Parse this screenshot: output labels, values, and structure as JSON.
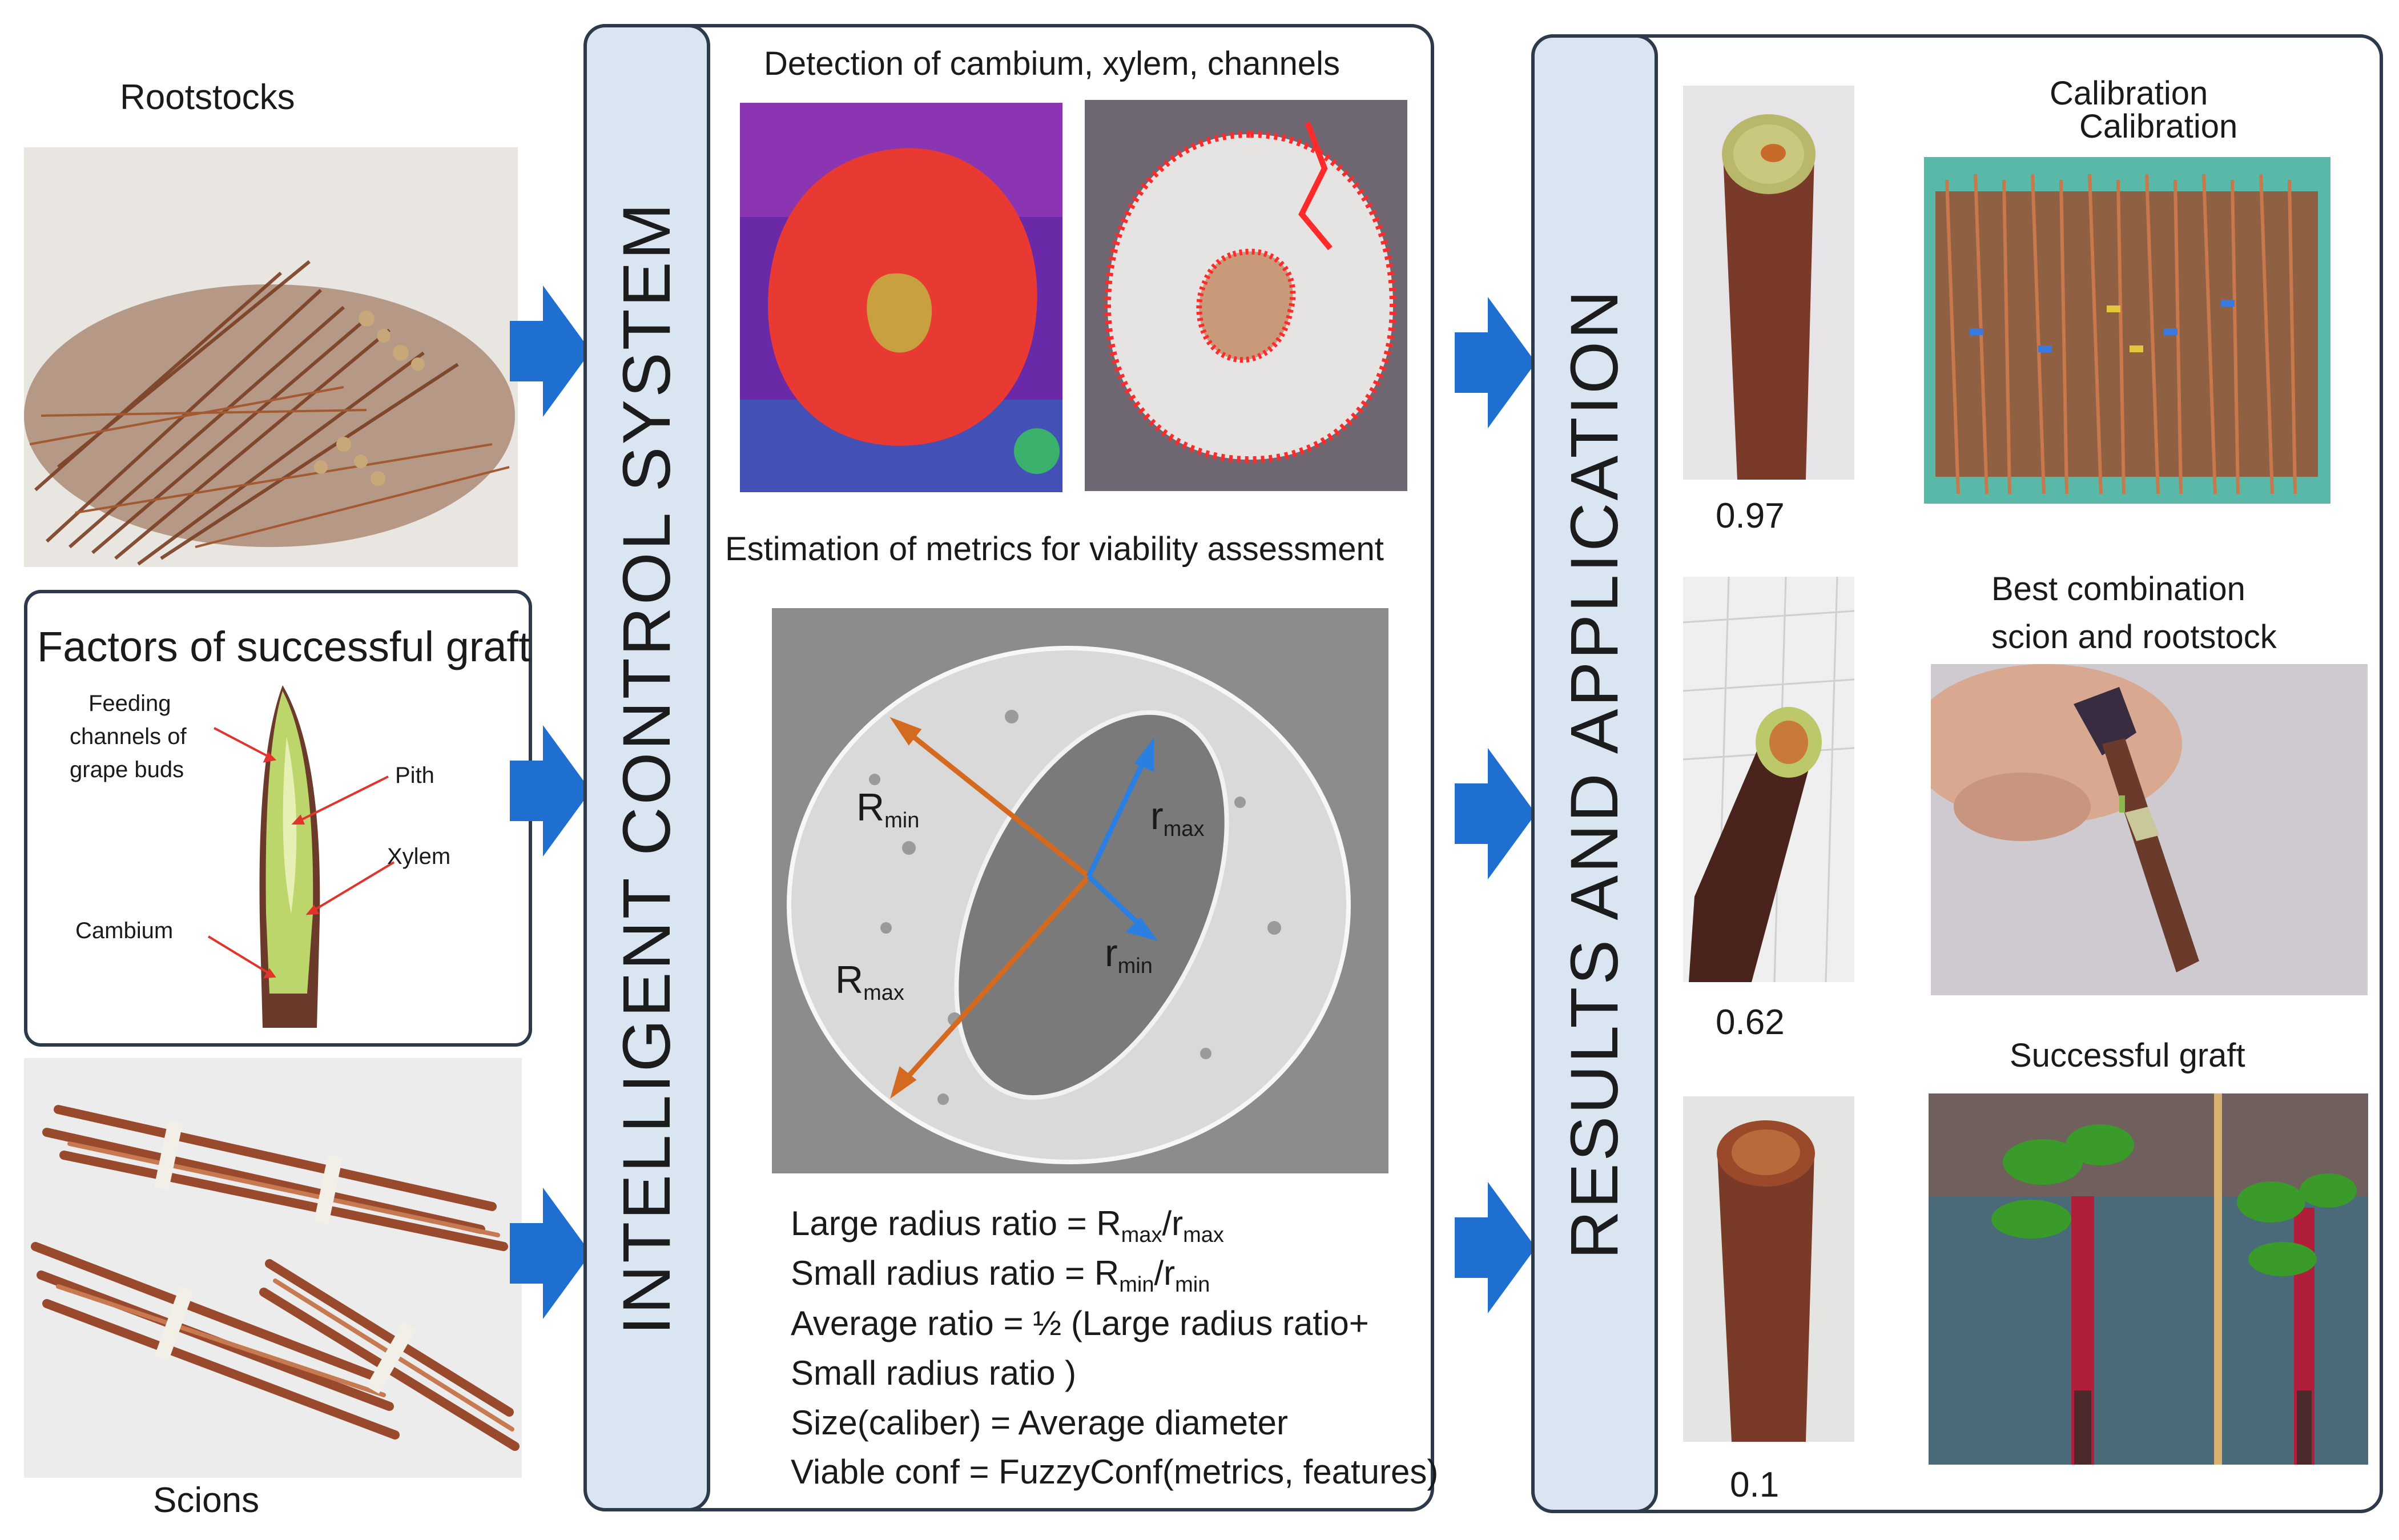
{
  "inputs": {
    "rootstocks_label": "Rootstocks",
    "scions_label": "Scions"
  },
  "factors": {
    "title": "Factors of successful graft",
    "feeding_line1": "Feeding",
    "feeding_line2": "channels of",
    "feeding_line3": "grape buds",
    "pith": "Pith",
    "xylem": "Xylem",
    "cambium": "Cambium"
  },
  "control": {
    "side_title": "INTELLIGENT CONTROL SYSTEM",
    "detection_title": "Detection of cambium, xylem, channels",
    "estimation_title": "Estimation of metrics for viability assessment",
    "labels": {
      "R": "R",
      "r": "r",
      "min": "min",
      "max": "max"
    },
    "formulas": {
      "large_prefix": "Large radius ratio = R",
      "small_prefix": "Small radius ratio = R",
      "slash": "/r",
      "average_line1": "Average ratio = ½ (Large radius ratio+",
      "average_line2": "Small radius ratio )",
      "size": "Size(caliber) = Average diameter",
      "viable": "Viable conf = FuzzyConf(metrics, features)"
    }
  },
  "results": {
    "side_title": "RESULTS AND APPLICATION",
    "scores": [
      "0.97",
      "0.62",
      "0.1"
    ],
    "calibration_1": "Calibration",
    "calibration_2": "Calibration",
    "best_line1": "Best combination",
    "best_line2": "scion and rootstock",
    "successful": "Successful graft"
  },
  "colors": {
    "arrow_blue": "#1f6fd1",
    "sidebar_fill": "#d9e6f2",
    "frame_stroke": "#2c3a4a",
    "orange_arrow": "#d46a1f",
    "blue_arrow": "#2a7fe0",
    "detection_red": "#ff2a2a"
  }
}
